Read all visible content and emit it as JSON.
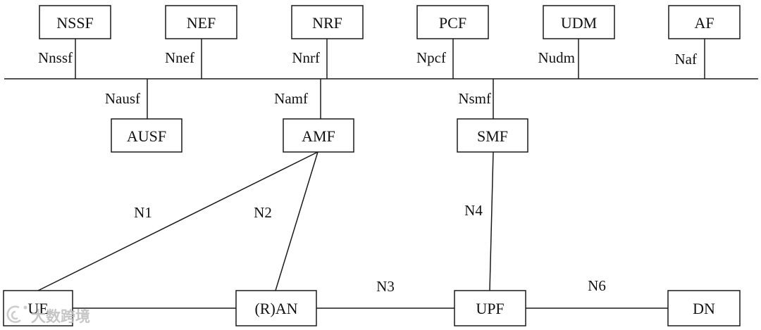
{
  "nodes": {
    "nssf": "NSSF",
    "nef": "NEF",
    "nrf": "NRF",
    "pcf": "PCF",
    "udm": "UDM",
    "af": "AF",
    "ausf": "AUSF",
    "amf": "AMF",
    "smf": "SMF",
    "ue": "UE",
    "ran": "(R)AN",
    "upf": "UPF",
    "dn": "DN"
  },
  "interfaces": {
    "nnssf": "Nnssf",
    "nnef": "Nnef",
    "nnrf": "Nnrf",
    "npcf": "Npcf",
    "nudm": "Nudm",
    "naf": "Naf",
    "nausf": "Nausf",
    "namf": "Namf",
    "nsmf": "Nsmf",
    "n1": "N1",
    "n2": "N2",
    "n3": "N3",
    "n4": "N4",
    "n6": "N6"
  },
  "watermark": {
    "text": "大数跨境"
  }
}
